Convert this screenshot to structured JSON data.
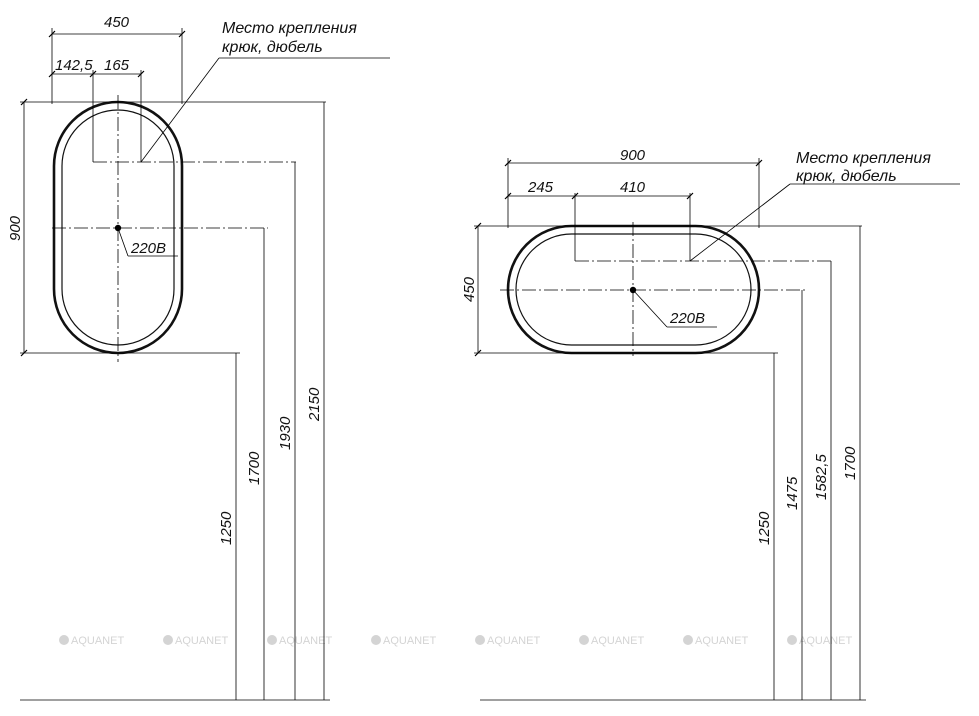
{
  "watermark": {
    "text": "AQUANET",
    "count": 8
  },
  "vertical_view": {
    "width_label": "450",
    "left_offset_label": "142,5",
    "right_offset_label": "165",
    "height_label": "900",
    "mount_note_line1": "Место крепления",
    "mount_note_line2": "крюк, дюбель",
    "power_label": "220В",
    "floor_dims": [
      "1250",
      "1700",
      "1930",
      "2150"
    ]
  },
  "horizontal_view": {
    "width_label": "900",
    "left_offset_label": "245",
    "span_label": "410",
    "height_label": "450",
    "mount_note_line1": "Место крепления",
    "mount_note_line2": "крюк, дюбель",
    "power_label": "220В",
    "floor_dims": [
      "1250",
      "1475",
      "1582,5",
      "1700"
    ]
  }
}
